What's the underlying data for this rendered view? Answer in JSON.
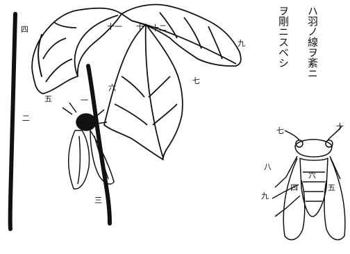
{
  "caption_columns": [
    "ハ羽ノ線ヲ紊ニ",
    "ヲ剛ニスベシ"
  ],
  "plant_labels": {
    "p1": "一",
    "p2": "二",
    "p3": "三",
    "p4": "四",
    "p5": "五",
    "p6": "六",
    "p7": "七",
    "p9": "九",
    "p10": "十",
    "p11": "十一",
    "p12": "十二"
  },
  "insect_labels": {
    "i4": "四",
    "i5": "五",
    "i6": "六",
    "i7": "七",
    "i8": "八",
    "i9": "九",
    "i10": "十"
  },
  "colors": {
    "ink": "#111111",
    "paper": "#ffffff"
  }
}
